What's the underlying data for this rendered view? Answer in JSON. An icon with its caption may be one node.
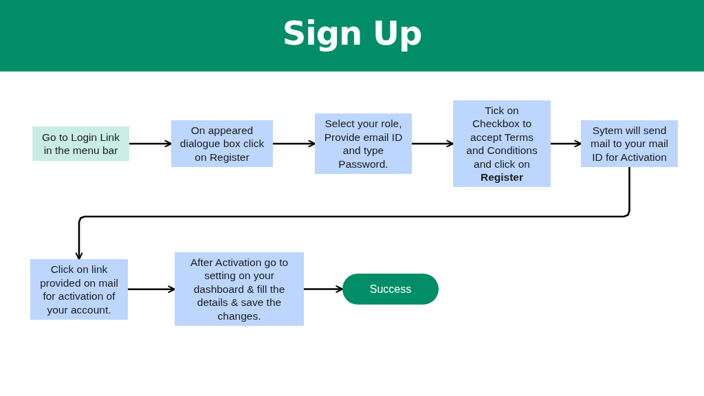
{
  "diagram": {
    "title": "Sign Up",
    "nodes": [
      {
        "text": [
          "Go to Login Link in the menu bar"
        ]
      },
      {
        "text": [
          "On appeared dialogue box click on Register"
        ]
      },
      {
        "text": [
          "Select your role, Provide email ID and type Password."
        ]
      },
      {
        "text": [
          "Tick on Checkbox to accept Terms and Conditions and click on **Register**"
        ]
      },
      {
        "text": [
          "Sytem will send mail to your mail ID for Activation"
        ]
      },
      {
        "text": [
          "Click on link provided on mail for activation of your account."
        ]
      },
      {
        "text": [
          "After Activation go to setting on your dashboard & fill the details & save the changes."
        ]
      },
      {
        "text": [
          "Success"
        ]
      }
    ],
    "edges": [
      {
        "from": 0,
        "to": 1,
        "arrow": "to"
      },
      {
        "from": 1,
        "to": 2,
        "arrow": "to"
      },
      {
        "from": 2,
        "to": 3,
        "arrow": "to"
      },
      {
        "from": 3,
        "to": 4,
        "arrow": "to"
      },
      {
        "from": 4,
        "to": 5,
        "arrow": "to"
      },
      {
        "from": 5,
        "to": 6,
        "arrow": "to"
      },
      {
        "from": 6,
        "to": 7,
        "arrow": "to"
      }
    ]
  }
}
